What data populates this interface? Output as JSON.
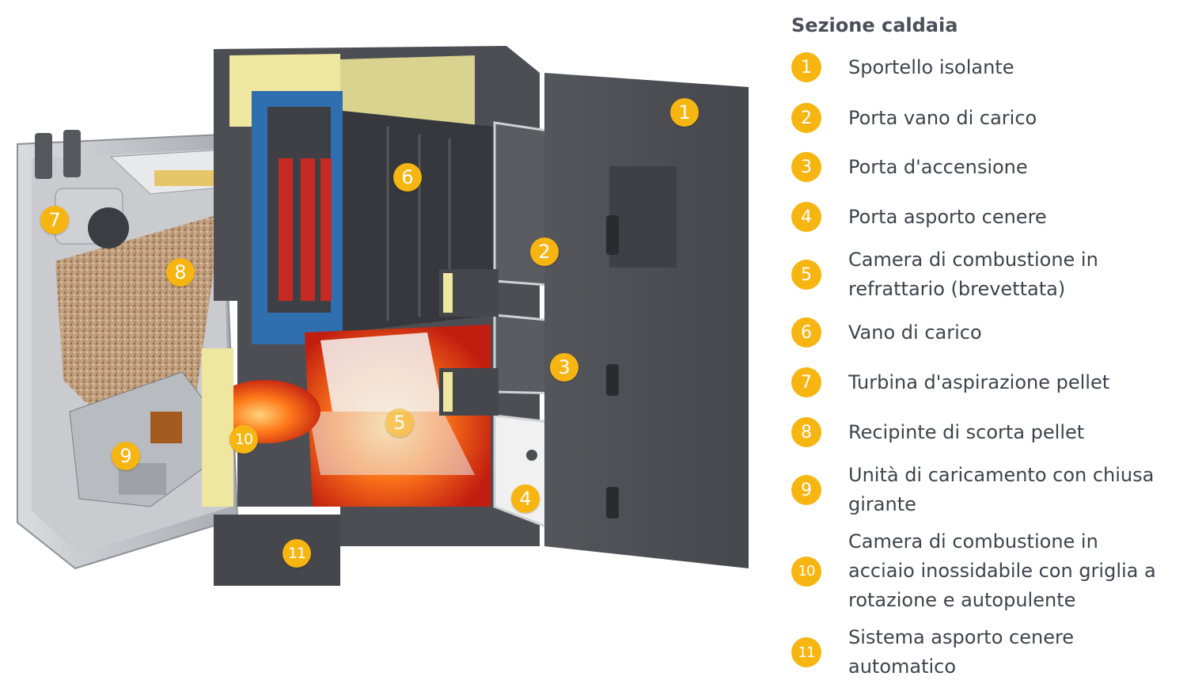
{
  "legend": {
    "title": "Sezione caldaia",
    "items": [
      {
        "num": "1",
        "label": "Sportello isolante"
      },
      {
        "num": "2",
        "label": "Porta vano di carico"
      },
      {
        "num": "3",
        "label": "Porta d'accensione"
      },
      {
        "num": "4",
        "label": "Porta asporto cenere"
      },
      {
        "num": "5",
        "label": "Camera di combustione in refrattario (brevettata)"
      },
      {
        "num": "6",
        "label": "Vano di carico"
      },
      {
        "num": "7",
        "label": "Turbina d'aspirazione pellet"
      },
      {
        "num": "8",
        "label": "Recipinte di scorta pellet"
      },
      {
        "num": "9",
        "label": "Unità di caricamento con chiusa girante"
      },
      {
        "num": "10",
        "label": "Camera di combustione in acciaio inossidabile con griglia a rotazione e autopulente"
      },
      {
        "num": "11",
        "label": "Sistema asporto cenere automatico"
      }
    ]
  },
  "callouts": [
    "1",
    "2",
    "3",
    "4",
    "5",
    "6",
    "7",
    "8",
    "9",
    "10",
    "11"
  ],
  "colors": {
    "accent": "#f7b512",
    "casing": "#4c4e53",
    "insulation": "#efe7a0",
    "water_jacket": "#2f6fb0",
    "flame": "#ff7a1a",
    "pellets": "#b89070",
    "text": "#3e434c"
  }
}
